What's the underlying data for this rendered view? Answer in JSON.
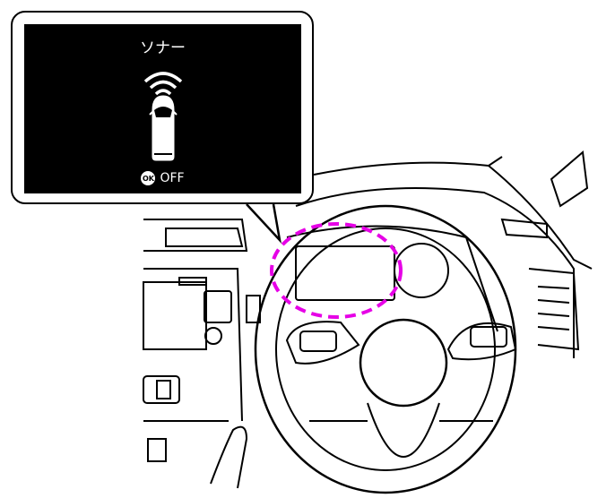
{
  "display": {
    "title": "ソナー",
    "ok_button_label": "OK",
    "action_label": "OFF",
    "icons": [
      "sonar-wave-icon",
      "car-top-view-icon",
      "ok-button-icon"
    ]
  },
  "colors": {
    "highlight": "#e600e6",
    "screen": "#000000"
  }
}
